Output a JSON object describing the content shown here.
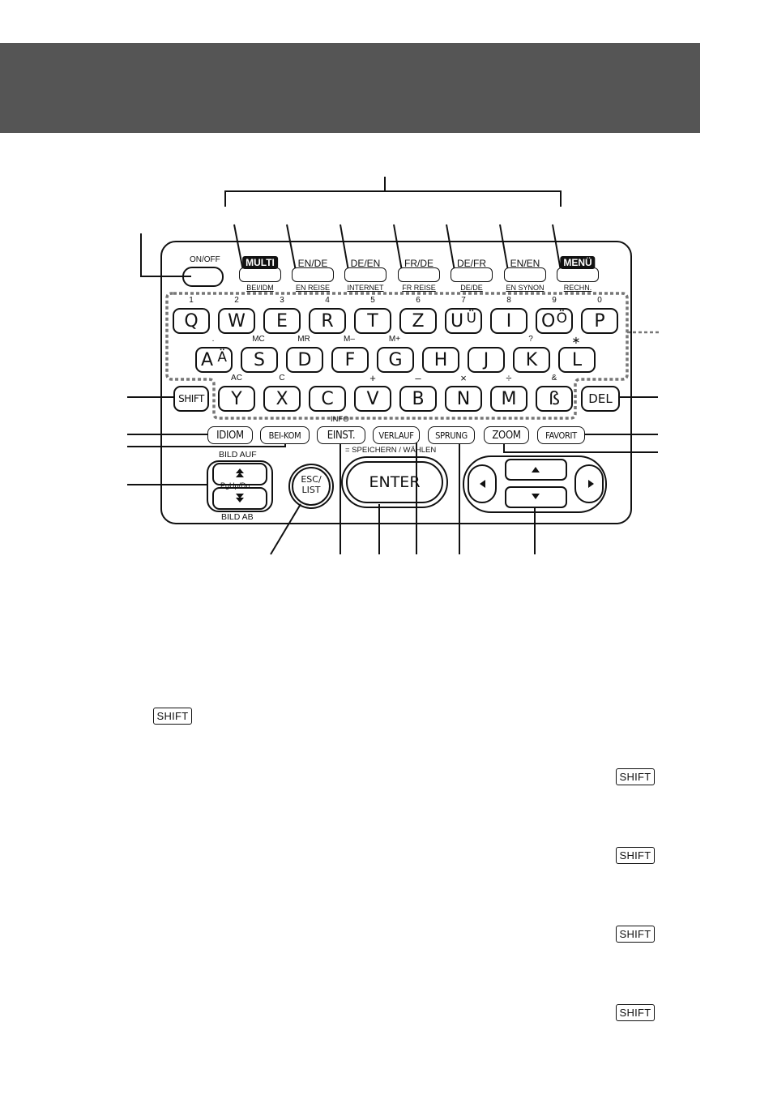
{
  "power_key": {
    "label": "ON/OFF"
  },
  "function_keys": [
    {
      "label": "MULTI",
      "sub": "BEI/IDM",
      "highlight": true
    },
    {
      "label": "EN/DE",
      "sub": "EN REISE",
      "highlight": false
    },
    {
      "label": "DE/EN",
      "sub": "INTERNET",
      "highlight": false
    },
    {
      "label": "FR/DE",
      "sub": "FR REISE",
      "highlight": false
    },
    {
      "label": "DE/FR",
      "sub": "DE/DE",
      "highlight": false
    },
    {
      "label": "EN/EN",
      "sub": "EN SYNON",
      "highlight": false
    },
    {
      "label": "MENÜ",
      "sub": "RECHN.",
      "highlight": true
    }
  ],
  "keyboard": {
    "row1": [
      {
        "key": "Q",
        "alt": "",
        "sup": "1"
      },
      {
        "key": "W",
        "alt": "",
        "sup": "2"
      },
      {
        "key": "E",
        "alt": "",
        "sup": "3"
      },
      {
        "key": "R",
        "alt": "",
        "sup": "4"
      },
      {
        "key": "T",
        "alt": "",
        "sup": "5"
      },
      {
        "key": "Z",
        "alt": "",
        "sup": "6"
      },
      {
        "key": "U",
        "alt": "Ü",
        "sup": "7"
      },
      {
        "key": "I",
        "alt": "",
        "sup": "8"
      },
      {
        "key": "O",
        "alt": "Ö",
        "sup": "9"
      },
      {
        "key": "P",
        "alt": "",
        "sup": "0"
      }
    ],
    "row2": [
      {
        "key": "A",
        "alt": "Ä",
        "sup": "."
      },
      {
        "key": "S",
        "alt": "",
        "sup": "MC"
      },
      {
        "key": "D",
        "alt": "",
        "sup": "MR"
      },
      {
        "key": "F",
        "alt": "",
        "sup": "M–"
      },
      {
        "key": "G",
        "alt": "",
        "sup": "M+"
      },
      {
        "key": "H",
        "alt": "",
        "sup": ""
      },
      {
        "key": "J",
        "alt": "",
        "sup": ""
      },
      {
        "key": "K",
        "alt": "",
        "sup": "?"
      },
      {
        "key": "L",
        "alt": "",
        "sup": "∗"
      }
    ],
    "row3": [
      {
        "key": "Y",
        "alt": "",
        "sup": "AC"
      },
      {
        "key": "X",
        "alt": "",
        "sup": "C"
      },
      {
        "key": "C",
        "alt": "",
        "sup": ""
      },
      {
        "key": "V",
        "alt": "",
        "sup": "+"
      },
      {
        "key": "B",
        "alt": "",
        "sup": "–"
      },
      {
        "key": "N",
        "alt": "",
        "sup": "×"
      },
      {
        "key": "M",
        "alt": "",
        "sup": "÷"
      },
      {
        "key": "ß",
        "alt": "",
        "sup": "&"
      }
    ],
    "shift": "SHIFT",
    "del": "DEL"
  },
  "bottom_keys": {
    "idiom": "IDIOM",
    "beikom": "BEI-KOM",
    "einst": "EINST.",
    "einst_sup": "INFO",
    "verlauf": "VERLAUF",
    "sprung": "SPRUNG",
    "zoom": "ZOOM",
    "favorit": "FAVORIT",
    "bild_auf": "BILD AUF",
    "bild_ab": "BILD AB",
    "pgupdn": "PgUp/Dn",
    "esc_line1": "ESC/",
    "esc_line2": "LIST",
    "enter": "ENTER",
    "enter_sup": "= SPEICHERN / WÄHLEN"
  },
  "shift_refs": [
    "SHIFT",
    "SHIFT",
    "SHIFT",
    "SHIFT",
    "SHIFT"
  ],
  "colors": {
    "header": "#555555",
    "ink": "#111111",
    "background": "#ffffff"
  }
}
